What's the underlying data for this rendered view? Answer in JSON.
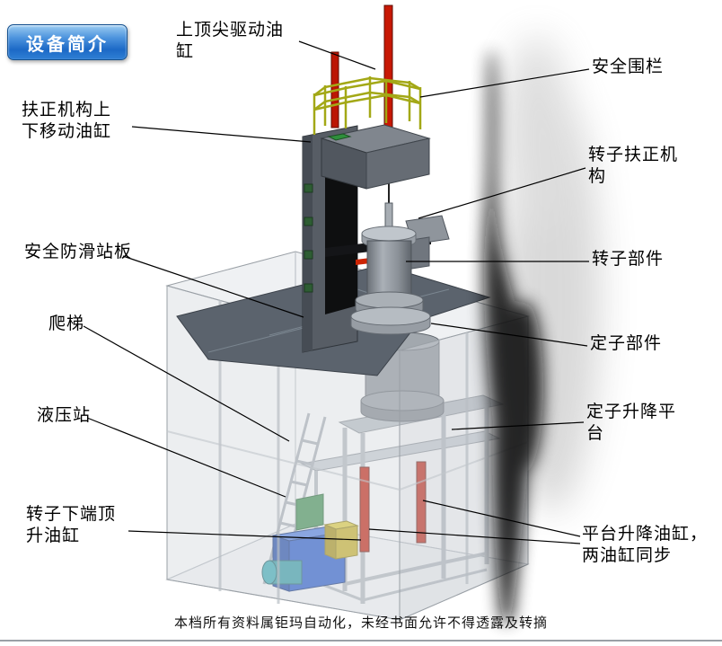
{
  "badge": {
    "label": "设备简介"
  },
  "callouts": {
    "top_spindle_cylinder": "上顶尖驱动油\n缸",
    "safety_fence": "安全围栏",
    "centering_updown_cylinder": "扶正机构上\n下移动油缸",
    "rotor_centering_mechanism": "转子扶正机\n构",
    "anti_slip_board": "安全防滑站板",
    "rotor_component": "转子部件",
    "ladder": "爬梯",
    "stator_component": "定子部件",
    "hydraulic_station": "液压站",
    "stator_lift_platform": "定子升降平\n台",
    "rotor_bottom_jack_cylinder": "转子下端顶\n升油缸",
    "platform_lift_cylinders": "平台升降油缸，\n两油缸同步"
  },
  "footer": {
    "text": "本档所有资料属钜玛自动化，未经书面允许不得透露及转摘"
  },
  "colors": {
    "badge_blue": "#1c69c6",
    "cylinder_red": "#c81804",
    "railing_yellow": "#a3a816",
    "hydraulic_blue": "#2257cc",
    "platform_gray": "#5b636d"
  }
}
